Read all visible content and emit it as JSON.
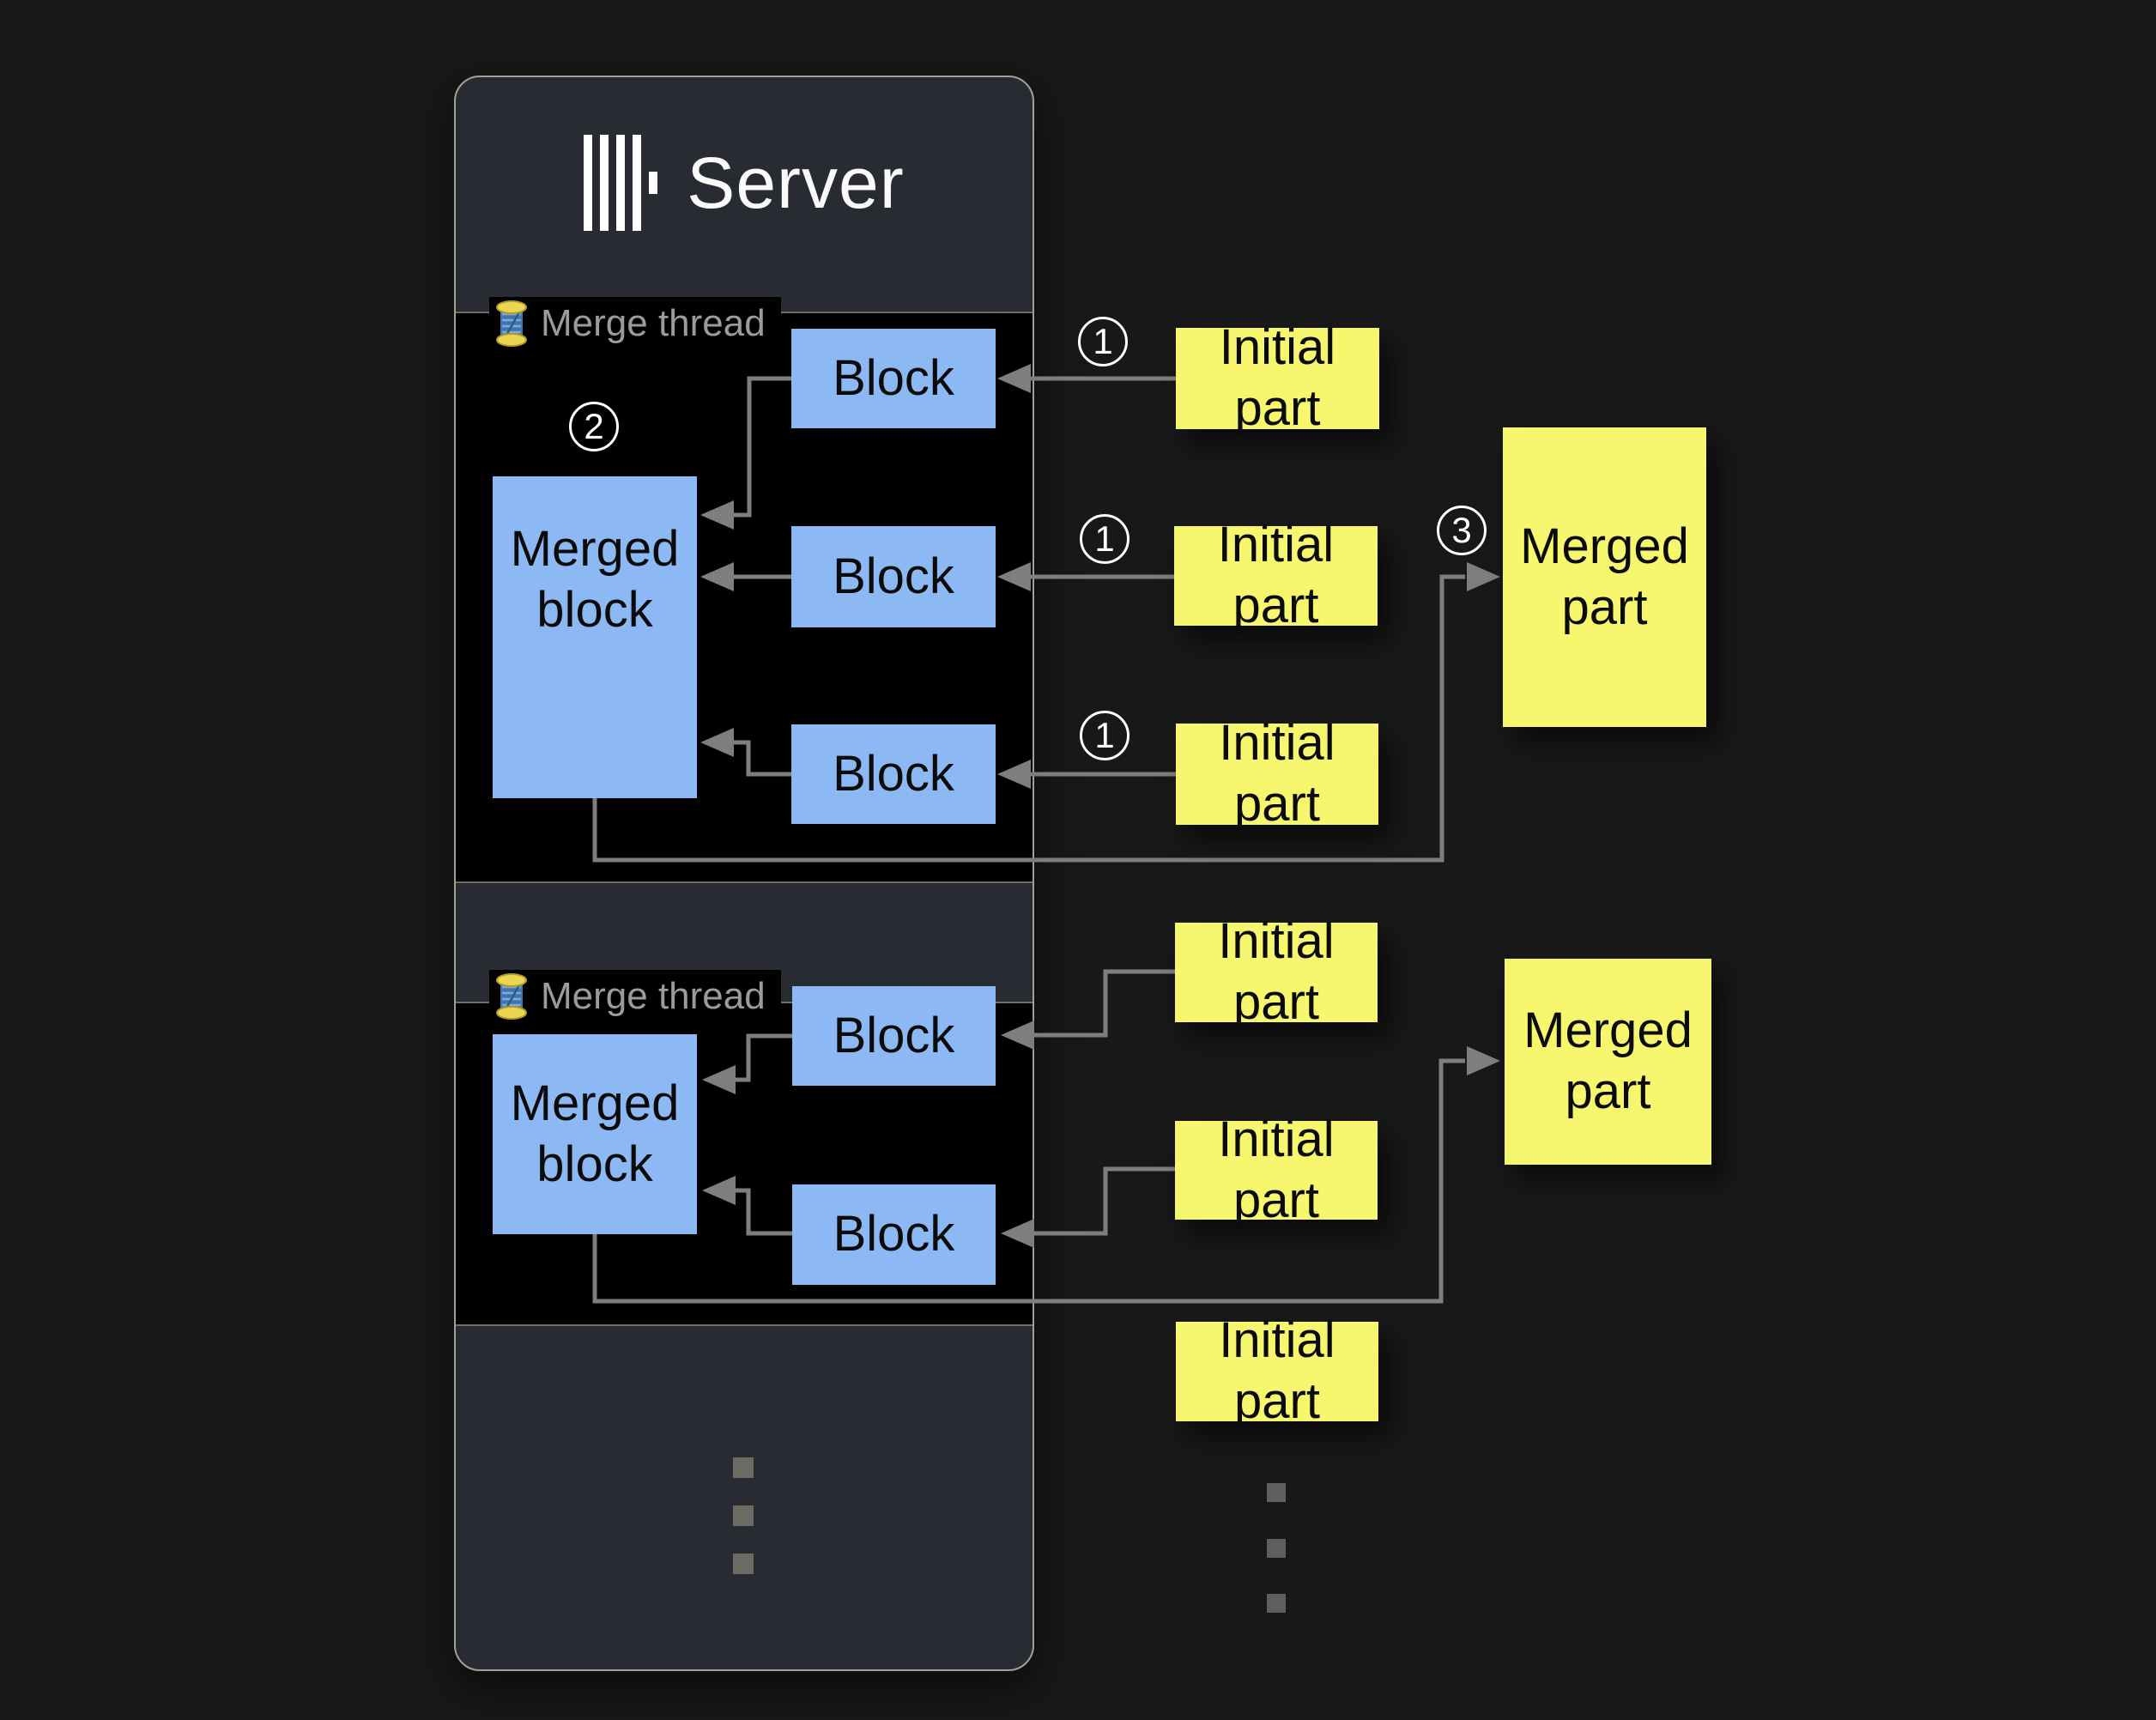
{
  "server": {
    "title": "Server",
    "logo_icon": "clickhouse-logo",
    "panel_color": "#282b32",
    "border_color": "#a0a296"
  },
  "colors": {
    "block_fill": "#8cb9f4",
    "part_fill": "#f6f76e",
    "wire": "#7e7e7e",
    "thread_label_text": "#9b9b9b"
  },
  "merge_threads": [
    {
      "label": "Merge thread",
      "icon": "thread-spool-icon",
      "blocks": [
        "Block",
        "Block",
        "Block"
      ],
      "merged_block_label": "Merged block"
    },
    {
      "label": "Merge thread",
      "icon": "thread-spool-icon",
      "blocks": [
        "Block",
        "Block"
      ],
      "merged_block_label": "Merged block"
    }
  ],
  "parts": {
    "group1": {
      "initial_parts": [
        "Initial part",
        "Initial part",
        "Initial part"
      ],
      "merged_part_label": "Merged part"
    },
    "group2": {
      "initial_parts": [
        "Initial part",
        "Initial part",
        "Initial part"
      ],
      "merged_part_label": "Merged part"
    }
  },
  "step_badges": {
    "step1": "1",
    "step2": "2",
    "step3": "3"
  },
  "ellipsis_icon": "vertical-ellipsis-dots"
}
